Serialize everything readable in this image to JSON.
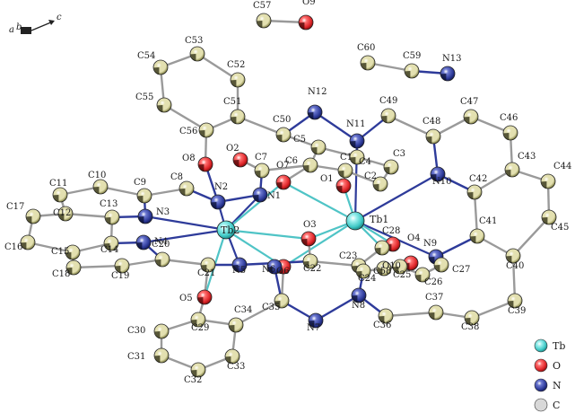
{
  "colors": {
    "C": "#e3e0b0",
    "C_shade": "#6a6a2a",
    "N": "#2e3b9a",
    "N_shade": "#101650",
    "O": "#e0262a",
    "O_shade": "#7a0a0a",
    "Tb": "#3fc9c6",
    "Tb_shade": "#167c7a",
    "bond": "#9a9a9a",
    "bond_N": "#2e3b9a",
    "bond_Tb": "#4fc4c6"
  },
  "axes": {
    "a": "a",
    "b": "b",
    "c": "c"
  },
  "legend": [
    {
      "element": "Tb",
      "label": "Tb"
    },
    {
      "element": "O",
      "label": "O"
    },
    {
      "element": "N",
      "label": "N"
    },
    {
      "element": "C",
      "label": "C"
    }
  ],
  "atoms": [
    {
      "id": "Tb1",
      "el": "Tb"
    },
    {
      "id": "Tb2",
      "el": "Tb"
    },
    {
      "id": "O1",
      "el": "O"
    },
    {
      "id": "O2",
      "el": "O"
    },
    {
      "id": "O3",
      "el": "O"
    },
    {
      "id": "O4",
      "el": "O"
    },
    {
      "id": "O5",
      "el": "O"
    },
    {
      "id": "O6",
      "el": "O"
    },
    {
      "id": "O7",
      "el": "O"
    },
    {
      "id": "O8",
      "el": "O"
    },
    {
      "id": "O9",
      "el": "O"
    },
    {
      "id": "O10",
      "el": "O"
    },
    {
      "id": "N1",
      "el": "N"
    },
    {
      "id": "N2",
      "el": "N"
    },
    {
      "id": "N3",
      "el": "N"
    },
    {
      "id": "N4",
      "el": "N"
    },
    {
      "id": "N5",
      "el": "N"
    },
    {
      "id": "N6",
      "el": "N"
    },
    {
      "id": "N7",
      "el": "N"
    },
    {
      "id": "N8",
      "el": "N"
    },
    {
      "id": "N9",
      "el": "N"
    },
    {
      "id": "N10",
      "el": "N"
    },
    {
      "id": "N11",
      "el": "N"
    },
    {
      "id": "N12",
      "el": "N"
    },
    {
      "id": "N13",
      "el": "N"
    },
    {
      "id": "C1",
      "el": "C"
    },
    {
      "id": "C2",
      "el": "C"
    },
    {
      "id": "C3",
      "el": "C"
    },
    {
      "id": "C4",
      "el": "C"
    },
    {
      "id": "C5",
      "el": "C"
    },
    {
      "id": "C6",
      "el": "C"
    },
    {
      "id": "C7",
      "el": "C"
    },
    {
      "id": "C8",
      "el": "C"
    },
    {
      "id": "C9",
      "el": "C"
    },
    {
      "id": "C10",
      "el": "C"
    },
    {
      "id": "C11",
      "el": "C"
    },
    {
      "id": "C12",
      "el": "C"
    },
    {
      "id": "C13",
      "el": "C"
    },
    {
      "id": "C14",
      "el": "C"
    },
    {
      "id": "C15",
      "el": "C"
    },
    {
      "id": "C16",
      "el": "C"
    },
    {
      "id": "C17",
      "el": "C"
    },
    {
      "id": "C18",
      "el": "C"
    },
    {
      "id": "C19",
      "el": "C"
    },
    {
      "id": "C20",
      "el": "C"
    },
    {
      "id": "C21",
      "el": "C"
    },
    {
      "id": "C22",
      "el": "C"
    },
    {
      "id": "C23",
      "el": "C"
    },
    {
      "id": "C24",
      "el": "C"
    },
    {
      "id": "C25",
      "el": "C"
    },
    {
      "id": "C26",
      "el": "C"
    },
    {
      "id": "C27",
      "el": "C"
    },
    {
      "id": "C28",
      "el": "C"
    },
    {
      "id": "C29",
      "el": "C"
    },
    {
      "id": "C30",
      "el": "C"
    },
    {
      "id": "C31",
      "el": "C"
    },
    {
      "id": "C32",
      "el": "C"
    },
    {
      "id": "C33",
      "el": "C"
    },
    {
      "id": "C34",
      "el": "C"
    },
    {
      "id": "C35",
      "el": "C"
    },
    {
      "id": "C36",
      "el": "C"
    },
    {
      "id": "C37",
      "el": "C"
    },
    {
      "id": "C38",
      "el": "C"
    },
    {
      "id": "C39",
      "el": "C"
    },
    {
      "id": "C40",
      "el": "C"
    },
    {
      "id": "C41",
      "el": "C"
    },
    {
      "id": "C42",
      "el": "C"
    },
    {
      "id": "C43",
      "el": "C"
    },
    {
      "id": "C44",
      "el": "C"
    },
    {
      "id": "C45",
      "el": "C"
    },
    {
      "id": "C46",
      "el": "C"
    },
    {
      "id": "C47",
      "el": "C"
    },
    {
      "id": "C48",
      "el": "C"
    },
    {
      "id": "C49",
      "el": "C"
    },
    {
      "id": "C50",
      "el": "C"
    },
    {
      "id": "C51",
      "el": "C"
    },
    {
      "id": "C52",
      "el": "C"
    },
    {
      "id": "C53",
      "el": "C"
    },
    {
      "id": "C54",
      "el": "C"
    },
    {
      "id": "C55",
      "el": "C"
    },
    {
      "id": "C56",
      "el": "C"
    },
    {
      "id": "C57",
      "el": "C"
    },
    {
      "id": "C58",
      "el": "C"
    },
    {
      "id": "C59",
      "el": "C"
    },
    {
      "id": "C60",
      "el": "C"
    }
  ],
  "bonds": [
    [
      "C57",
      "O9"
    ],
    [
      "C60",
      "C59"
    ],
    [
      "C59",
      "N13"
    ],
    [
      "C53",
      "C54"
    ],
    [
      "C53",
      "C52"
    ],
    [
      "C54",
      "C55"
    ],
    [
      "C55",
      "C56"
    ],
    [
      "C52",
      "C51"
    ],
    [
      "C51",
      "C56"
    ],
    [
      "C51",
      "C50"
    ],
    [
      "C56",
      "O8"
    ],
    [
      "O8",
      "N2"
    ],
    [
      "C50",
      "N12"
    ],
    [
      "C50",
      "C5"
    ],
    [
      "N12",
      "N11"
    ],
    [
      "N11",
      "C49"
    ],
    [
      "N11",
      "C4"
    ],
    [
      "C49",
      "C48"
    ],
    [
      "C48",
      "C47"
    ],
    [
      "C47",
      "C46"
    ],
    [
      "C46",
      "C43"
    ],
    [
      "C43",
      "C44"
    ],
    [
      "C44",
      "C45"
    ],
    [
      "C45",
      "C40"
    ],
    [
      "C40",
      "C41"
    ],
    [
      "C41",
      "C42"
    ],
    [
      "C42",
      "C43"
    ],
    [
      "C42",
      "N10"
    ],
    [
      "C48",
      "N10"
    ],
    [
      "C41",
      "N9"
    ],
    [
      "N9",
      "C27"
    ],
    [
      "C27",
      "C26"
    ],
    [
      "C26",
      "C25"
    ],
    [
      "C40",
      "C39"
    ],
    [
      "C39",
      "C38"
    ],
    [
      "C38",
      "C37"
    ],
    [
      "C37",
      "C36"
    ],
    [
      "C36",
      "N8"
    ],
    [
      "N8",
      "C24"
    ],
    [
      "N8",
      "N7"
    ],
    [
      "N7",
      "C35"
    ],
    [
      "C35",
      "C34"
    ],
    [
      "C35",
      "N6"
    ],
    [
      "C34",
      "C29"
    ],
    [
      "C34",
      "C33"
    ],
    [
      "C33",
      "C32"
    ],
    [
      "C32",
      "C31"
    ],
    [
      "C31",
      "C30"
    ],
    [
      "C30",
      "C29"
    ],
    [
      "C29",
      "O5"
    ],
    [
      "O5",
      "C21"
    ],
    [
      "C21",
      "C20"
    ],
    [
      "C20",
      "N4"
    ],
    [
      "C20",
      "C19"
    ],
    [
      "C19",
      "C18"
    ],
    [
      "C18",
      "C15"
    ],
    [
      "C15",
      "C16"
    ],
    [
      "C16",
      "C17"
    ],
    [
      "C17",
      "C12"
    ],
    [
      "C12",
      "C11"
    ],
    [
      "C11",
      "C10"
    ],
    [
      "C10",
      "C9"
    ],
    [
      "C9",
      "N3"
    ],
    [
      "N3",
      "C13"
    ],
    [
      "C13",
      "C12"
    ],
    [
      "C13",
      "C14"
    ],
    [
      "C14",
      "C15"
    ],
    [
      "C14",
      "N4"
    ],
    [
      "C9",
      "C8"
    ],
    [
      "C8",
      "N2"
    ],
    [
      "N2",
      "N1"
    ],
    [
      "N1",
      "C7"
    ],
    [
      "C7",
      "O2"
    ],
    [
      "C7",
      "C6"
    ],
    [
      "C6",
      "C5"
    ],
    [
      "C6",
      "O7"
    ],
    [
      "C5",
      "C4"
    ],
    [
      "C4",
      "C3"
    ],
    [
      "C3",
      "C2"
    ],
    [
      "C2",
      "C1"
    ],
    [
      "C1",
      "C6"
    ],
    [
      "C1",
      "O1"
    ],
    [
      "N5",
      "C22"
    ],
    [
      "C22",
      "O3"
    ],
    [
      "C22",
      "C23"
    ],
    [
      "C23",
      "C24"
    ],
    [
      "C23",
      "C28"
    ],
    [
      "C24",
      "C25"
    ],
    [
      "C28",
      "O4"
    ],
    [
      "C58",
      "O10"
    ],
    [
      "N6",
      "O6"
    ],
    [
      "O6",
      "C35"
    ],
    [
      "N5",
      "C21"
    ]
  ],
  "tb_bonds": [
    [
      "Tb2",
      "N1"
    ],
    [
      "Tb2",
      "N2"
    ],
    [
      "Tb2",
      "N3"
    ],
    [
      "Tb2",
      "N4"
    ],
    [
      "Tb2",
      "N5"
    ],
    [
      "Tb2",
      "O5"
    ],
    [
      "Tb2",
      "O6"
    ],
    [
      "Tb2",
      "O3"
    ],
    [
      "Tb2",
      "O7"
    ],
    [
      "Tb1",
      "O1"
    ],
    [
      "Tb1",
      "O7"
    ],
    [
      "Tb1",
      "O3"
    ],
    [
      "Tb1",
      "O6"
    ],
    [
      "Tb1",
      "N10"
    ],
    [
      "Tb1",
      "N9"
    ],
    [
      "Tb1",
      "N11"
    ],
    [
      "Tb1",
      "O4"
    ],
    [
      "Tb1",
      "C28"
    ]
  ]
}
